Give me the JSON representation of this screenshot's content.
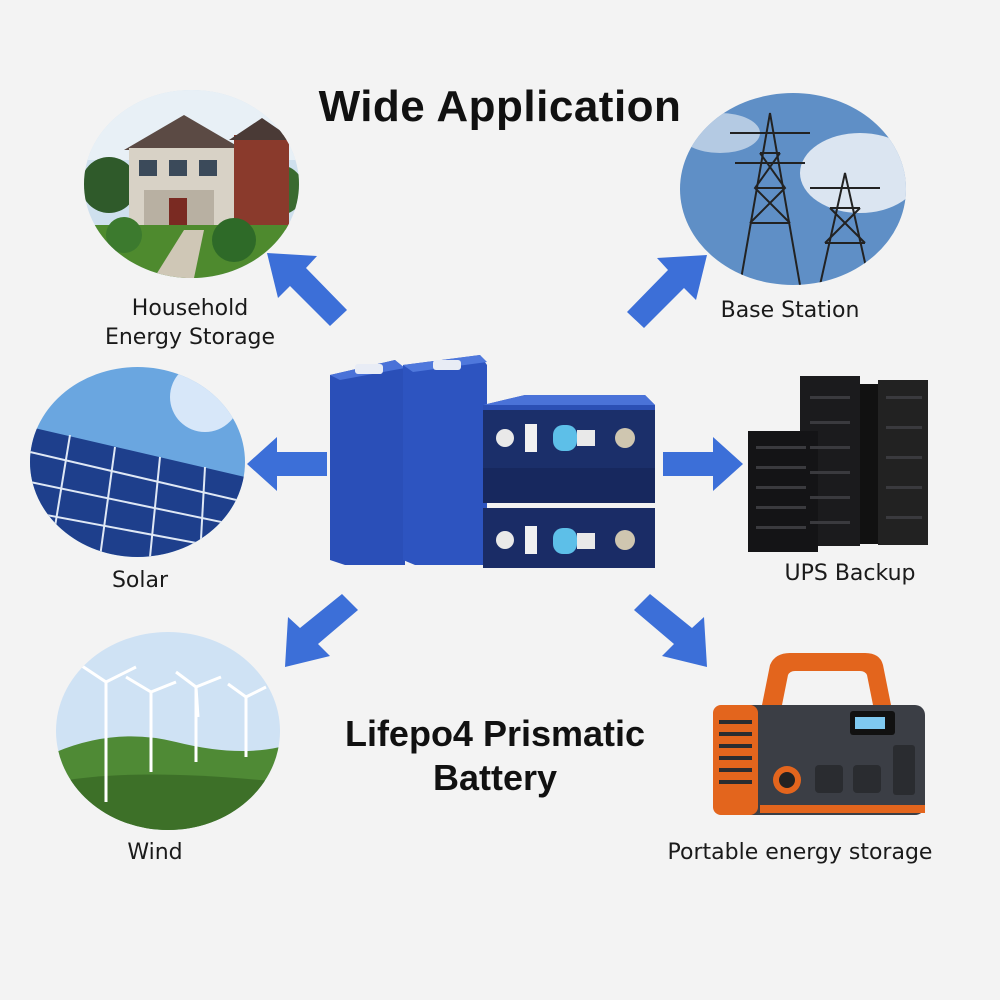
{
  "title": "Wide Application",
  "product": {
    "line1": "Lifepo4 Prismatic",
    "line2": "Battery"
  },
  "applications": {
    "household": {
      "line1": "Household",
      "line2": "Energy Storage",
      "icon": "house-photo"
    },
    "base_station": {
      "label": "Base Station",
      "icon": "power-tower-photo"
    },
    "solar": {
      "label": "Solar",
      "icon": "solar-panel-photo"
    },
    "ups": {
      "label": "UPS Backup",
      "icon": "server-cabinet-photo"
    },
    "wind": {
      "label": "Wind",
      "icon": "wind-turbine-photo"
    },
    "portable": {
      "label": "Portable energy storage",
      "icon": "power-station-photo"
    }
  },
  "colors": {
    "arrow": "#3c6fd8",
    "battery": "#2b4fb5",
    "background": "#f3f3f3"
  }
}
